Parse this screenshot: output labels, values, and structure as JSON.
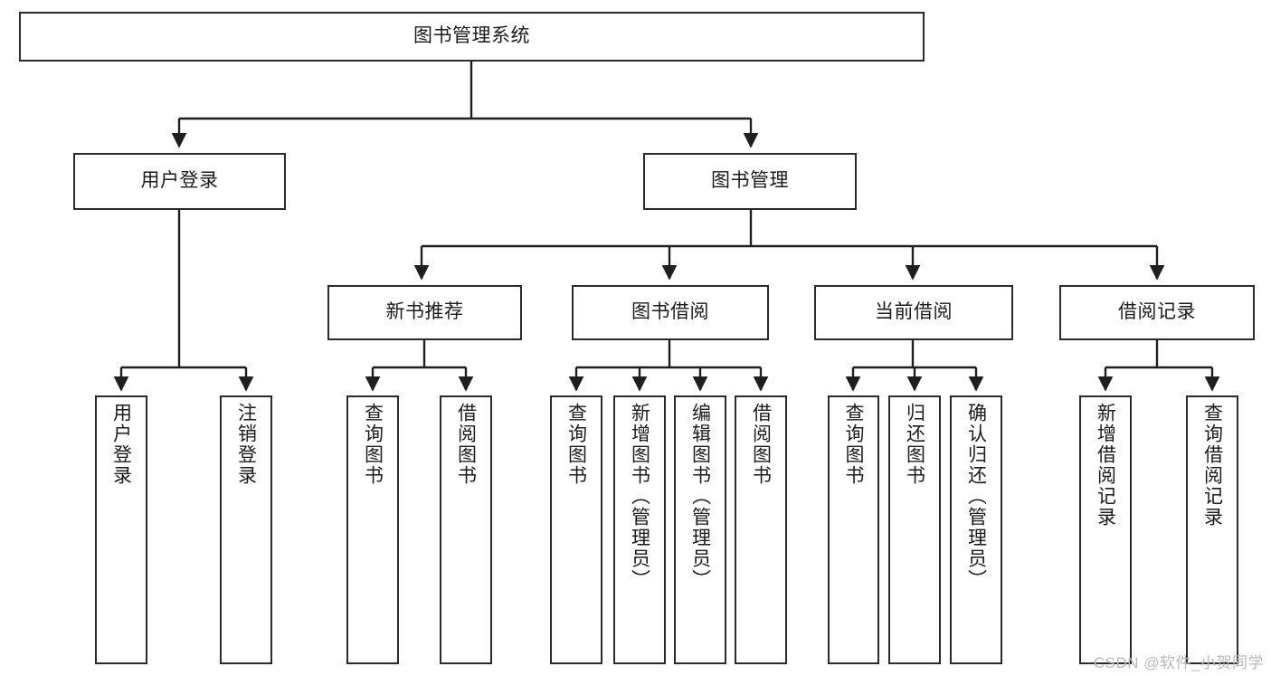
{
  "diagram": {
    "title": "图书管理系统",
    "type": "function-hierarchy-tree",
    "colors": {
      "box_border": "#2b2b2b",
      "box_fill": "#ffffff",
      "edge": "#1f1f1f",
      "text": "#1b1b1b",
      "watermark": "#b9b9b9"
    }
  },
  "root": {
    "label": "图书管理系统"
  },
  "level1": [
    {
      "label": "用户登录"
    },
    {
      "label": "图书管理"
    }
  ],
  "level2": [
    {
      "label": "新书推荐"
    },
    {
      "label": "图书借阅"
    },
    {
      "label": "当前借阅"
    },
    {
      "label": "借阅记录"
    }
  ],
  "leaves": {
    "user_login": [
      {
        "label": "用户登录"
      },
      {
        "label": "注销登录"
      }
    ],
    "new_book_recommend": [
      {
        "label": "查询图书"
      },
      {
        "label": "借阅图书"
      }
    ],
    "book_borrow": [
      {
        "label": "查询图书"
      },
      {
        "label": "新增图书（管理员）"
      },
      {
        "label": "编辑图书（管理员）"
      },
      {
        "label": "借阅图书"
      }
    ],
    "current_borrow": [
      {
        "label": "查询图书"
      },
      {
        "label": "归还图书"
      },
      {
        "label": "确认归还（管理员）"
      }
    ],
    "borrow_record": [
      {
        "label": "新增借阅记录"
      },
      {
        "label": "查询借阅记录"
      }
    ]
  },
  "watermark": {
    "text": "CSDN @软件_小贺同学"
  }
}
